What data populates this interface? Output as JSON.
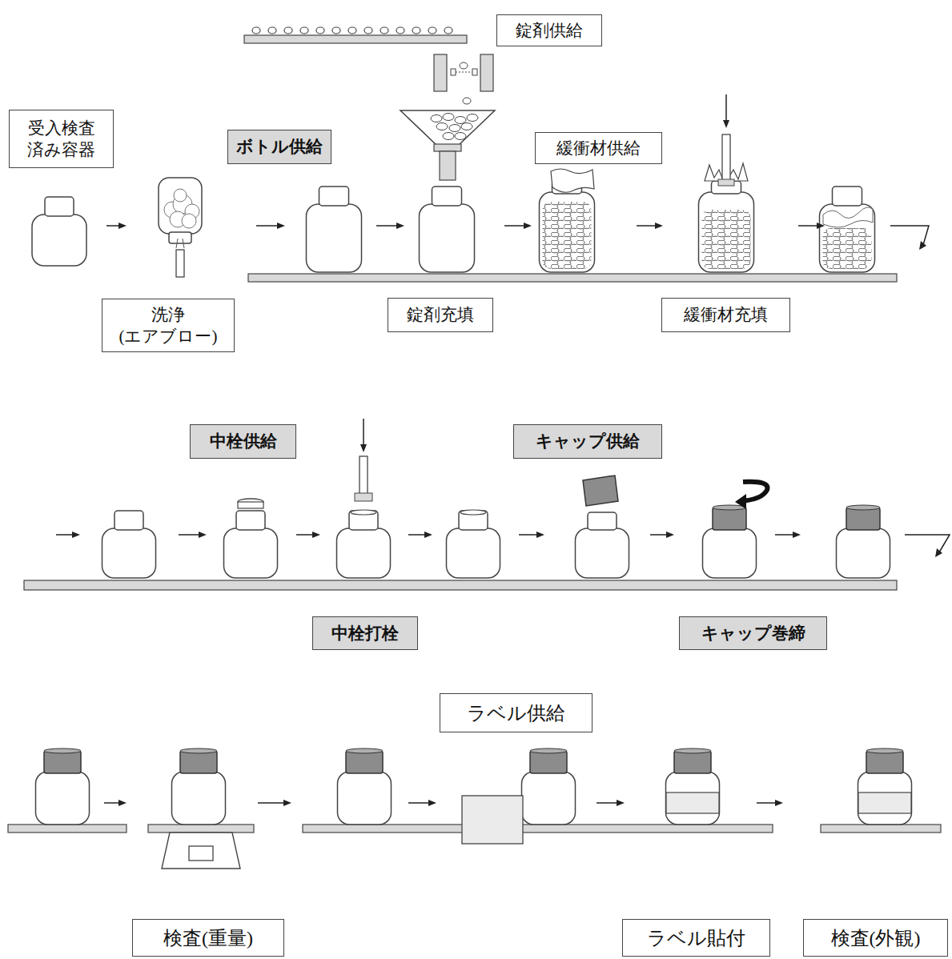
{
  "diagram": {
    "nodes": [
      {
        "text": [
          "錠剤供給"
        ]
      },
      {
        "text": [
          "受入検査 済み容器"
        ]
      },
      {
        "text": [
          "ボトル供給"
        ]
      },
      {
        "text": [
          "緩衝材供給"
        ]
      },
      {
        "text": [
          "洗浄 (エアブロー)"
        ]
      },
      {
        "text": [
          "錠剤充填"
        ]
      },
      {
        "text": [
          "緩衝材充填"
        ]
      },
      {
        "text": [
          "中栓供給"
        ]
      },
      {
        "text": [
          "キャップ供給"
        ]
      },
      {
        "text": [
          "中栓打栓"
        ]
      },
      {
        "text": [
          "キャップ巻締"
        ]
      },
      {
        "text": [
          "ラベル供給"
        ]
      },
      {
        "text": [
          "検査(重量)"
        ]
      },
      {
        "text": [
          "ラベル貼付"
        ]
      },
      {
        "text": [
          "検査(外観)"
        ]
      }
    ]
  }
}
